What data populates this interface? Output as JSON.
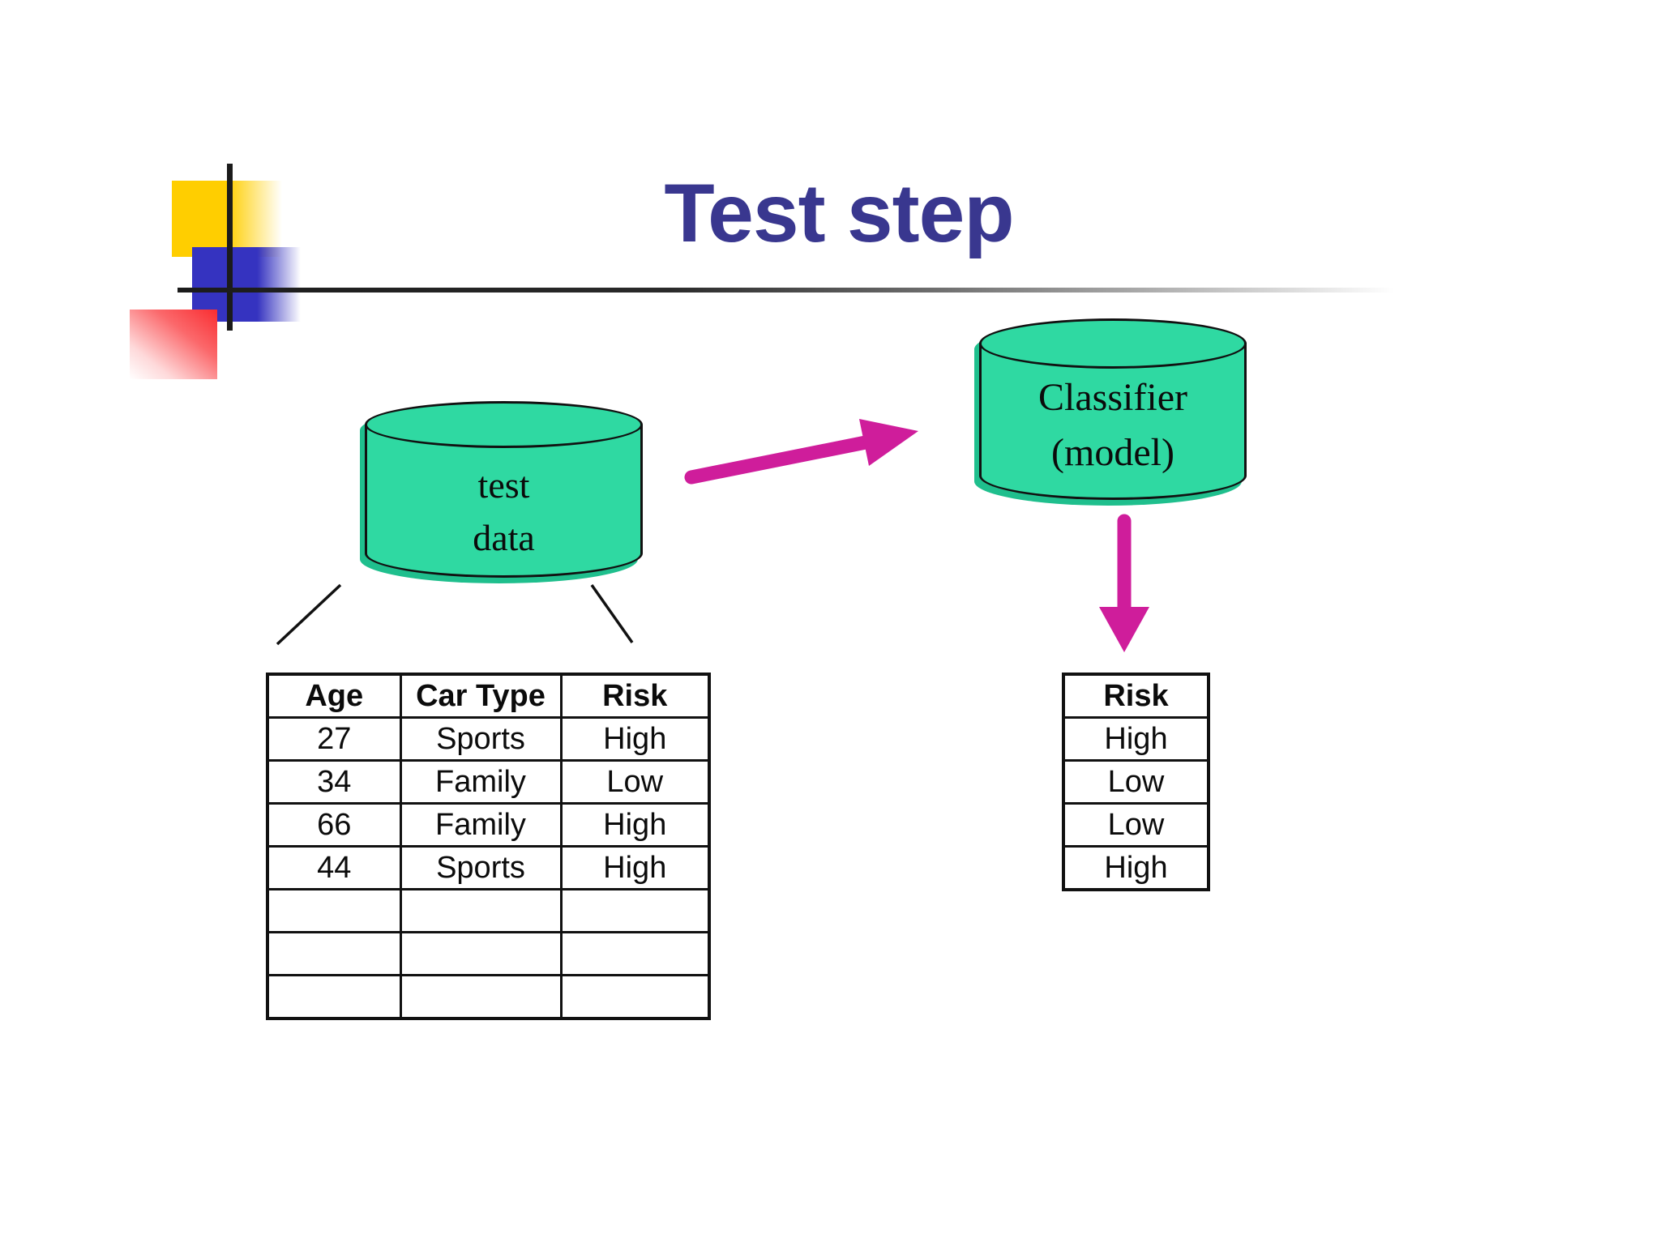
{
  "title": "Test step",
  "colors": {
    "title_blue": "#39378F",
    "cylinder_green": "#2FD9A2",
    "arrow_magenta": "#CF1D9B",
    "accent_yellow": "#FFCE00",
    "accent_blue": "#3533C0",
    "accent_red": "#F92D31",
    "line_black": "#1B1B1B"
  },
  "cylinders": {
    "test_data": {
      "line1": "test",
      "line2": "data"
    },
    "classifier": {
      "line1": "Classifier",
      "line2": "(model)"
    }
  },
  "test_table": {
    "headers": [
      "Age",
      "Car Type",
      "Risk"
    ],
    "rows": [
      [
        "27",
        "Sports",
        "High"
      ],
      [
        "34",
        "Family",
        "Low"
      ],
      [
        "66",
        "Family",
        "High"
      ],
      [
        "44",
        "Sports",
        "High"
      ]
    ],
    "empty_row_count": 3
  },
  "result_table": {
    "header": "Risk",
    "rows": [
      "High",
      "Low",
      "Low",
      "High"
    ]
  }
}
